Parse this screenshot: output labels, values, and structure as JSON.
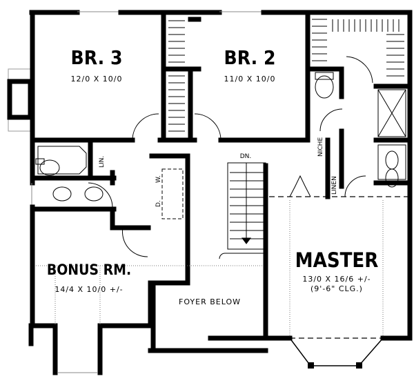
{
  "title": "Second floor plan",
  "rooms": {
    "br3": {
      "name": "BR. 3",
      "size": "12/0 X 10/0"
    },
    "br2": {
      "name": "BR. 2",
      "size": "11/0 X 10/0"
    },
    "bonus": {
      "name": "BONUS RM.",
      "size": "14/4 X 10/0 +/-"
    },
    "master": {
      "name": "MASTER",
      "size": "13/0 X 16/6 +/-",
      "ceiling": "(9'-6\" CLG.)"
    },
    "foyer": {
      "name": "FOYER BELOW"
    }
  },
  "labels": {
    "lin": "LIN.",
    "niche": "NICHE",
    "linen": "LINEN",
    "dn": "DN.",
    "washer": "W.",
    "dryer": "D."
  }
}
